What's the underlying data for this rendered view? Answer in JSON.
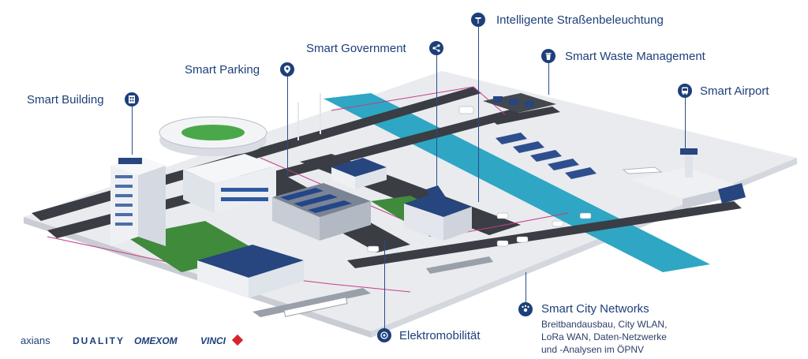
{
  "labels": {
    "smart_building": "Smart Building",
    "smart_parking": "Smart Parking",
    "smart_government": "Smart Government",
    "street_lighting": "Intelligente Straßenbeleuchtung",
    "smart_waste": "Smart Waste Management",
    "smart_airport": "Smart Airport",
    "smart_city_networks": "Smart City Networks",
    "networks_line1": "Breitbandausbau, City WLAN,",
    "networks_line2": "LoRa WAN, Daten-Netzwerke",
    "networks_line3": "und -Analysen im ÖPNV",
    "elektromobilitaet": "Elektromobilität"
  },
  "logos": {
    "axians": "axians",
    "duality": "DUALITY",
    "omexom": "OMEXOM",
    "vinci": "VINCI"
  },
  "icons": [
    "building-icon",
    "parking-pin-icon",
    "share-icon",
    "street-lamp-icon",
    "trash-icon",
    "bus-icon",
    "network-icon",
    "ev-charging-icon"
  ],
  "colors": {
    "accent": "#1d3f7a",
    "water": "#2fa6c4",
    "road": "#3a3d44",
    "grass": "#3f8a3b"
  }
}
